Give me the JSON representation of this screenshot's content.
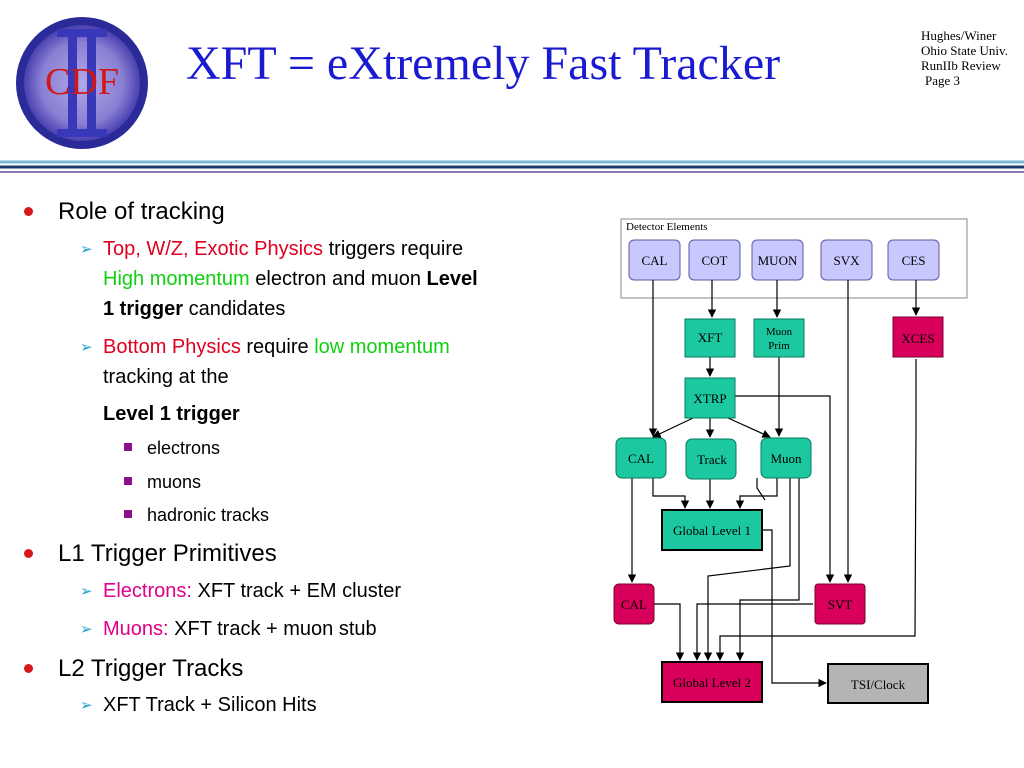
{
  "header": {
    "logo_text": "CDF",
    "title": "XFT = eXtremely Fast Tracker",
    "authors": "Hughes/Winer",
    "institution": "Ohio State Univ.",
    "review": "RunIIb Review",
    "page": "Page 3"
  },
  "bullets": {
    "role": {
      "heading": "Role of tracking",
      "sub1": {
        "red": "Top, W/Z, Exotic Physics",
        "rest1": " triggers require",
        "green": "High momentum",
        "rest2": " electron and muon ",
        "bold1": "Level",
        "bold2": "1 trigger",
        "rest3": " candidates"
      },
      "sub2": {
        "red": "Bottom Physics",
        "mid": " require ",
        "green": "low momentum",
        "rest": "tracking at the",
        "bold": "Level 1 trigger"
      },
      "items": [
        "electrons",
        "muons",
        "hadronic tracks"
      ]
    },
    "l1": {
      "heading": "L1 Trigger Primitives",
      "electrons_label": "Electrons:",
      "electrons_text": " XFT track + EM cluster",
      "muons_label": "Muons:",
      "muons_text": " XFT  track + muon stub"
    },
    "l2": {
      "heading": "L2 Trigger Tracks",
      "item": "XFT Track + Silicon Hits"
    }
  },
  "diagram": {
    "group_label": "Detector Elements",
    "detector": [
      "CAL",
      "COT",
      "MUON",
      "SVX",
      "CES"
    ],
    "xft": "XFT",
    "muon_prim": [
      "Muon",
      "Prim"
    ],
    "xces": "XCES",
    "xtrp": "XTRP",
    "cal_l1": "CAL",
    "track": "Track",
    "muon_l1": "Muon",
    "global_l1": "Global Level 1",
    "cal_l2": "CAL",
    "svt": "SVT",
    "global_l2": "Global Level 2",
    "tsi": "TSI/Clock",
    "colors": {
      "blue_box": "#c8c8ff",
      "green_box": "#1cc8a0",
      "magenta_box": "#d8005a",
      "gray_box": "#b4b4b4"
    }
  }
}
